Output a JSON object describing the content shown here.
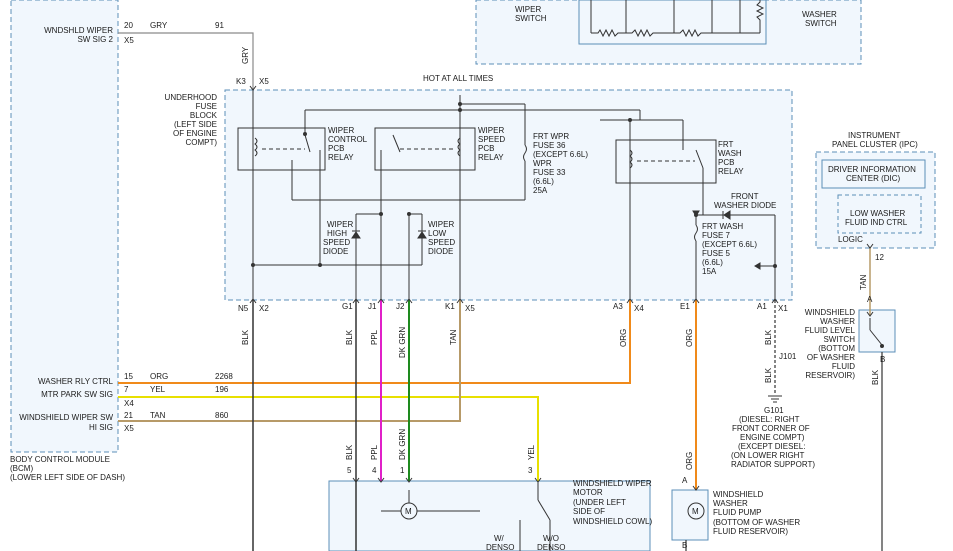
{
  "modules": {
    "bcm": {
      "line1": "BODY CONTROL MODULE",
      "line2": "(BCM)",
      "line3": "(LOWER LEFT SIDE OF DASH)"
    },
    "wiper_switch": {
      "line1": "WIPER",
      "line2": "SWITCH"
    },
    "washer_switch": {
      "line1": "WASHER",
      "line2": "SWITCH"
    },
    "fuse_block": {
      "line1": "UNDERHOOD",
      "line2": "FUSE",
      "line3": "BLOCK",
      "line4": "(LEFT SIDE",
      "line5": "OF ENGINE",
      "line6": "COMPT)"
    },
    "hot_at_all_times": "HOT AT ALL TIMES",
    "ipc": {
      "line1": "INSTRUMENT",
      "line2": "PANEL CLUSTER (IPC)",
      "dic1": "DRIVER INFORMATION",
      "dic2": "CENTER (DIC)",
      "low1": "LOW WASHER",
      "low2": "FLUID IND CTRL",
      "logic": "LOGIC"
    },
    "level_switch": {
      "line1": "WINDSHIELD",
      "line2": "WASHER",
      "line3": "FLUID LEVEL",
      "line4": "SWITCH",
      "line5": "(BOTTOM",
      "line6": "OF WASHER",
      "line7": "FLUID",
      "line8": "RESERVOIR)"
    },
    "wiper_motor": {
      "line1": "WINDSHIELD WIPER",
      "line2": "MOTOR",
      "line3": "(UNDER LEFT",
      "line4": "SIDE OF",
      "line5": "WINDSHIELD COWL)",
      "w_denso1": "W/",
      "w_denso2": "DENSO",
      "wo_denso1": "W/O",
      "wo_denso2": "DENSO",
      "m": "M"
    },
    "washer_pump": {
      "line1": "WINDSHIELD",
      "line2": "WASHER",
      "line3": "FLUID PUMP",
      "line4": "(BOTTOM OF WASHER",
      "line5": "FLUID RESERVOIR)",
      "m": "M"
    }
  },
  "relays": {
    "control": {
      "line1": "WIPER",
      "line2": "CONTROL",
      "line3": "PCB",
      "line4": "RELAY"
    },
    "speed": {
      "line1": "WIPER",
      "line2": "SPEED",
      "line3": "PCB",
      "line4": "RELAY"
    },
    "wash": {
      "line1": "FRT",
      "line2": "WASH",
      "line3": "PCB",
      "line4": "RELAY"
    }
  },
  "fuses": {
    "wpr": {
      "line1": "FRT WPR",
      "line2": "FUSE 36",
      "line3": "(EXCEPT 6.6L)",
      "line4": "WPR",
      "line5": "FUSE 33",
      "line6": "(6.6L)",
      "line7": "25A"
    },
    "wash": {
      "line1": "FRT WASH",
      "line2": "FUSE 7",
      "line3": "(EXCEPT 6.6L)",
      "line4": "FUSE 5",
      "line5": "(6.6L)",
      "line6": "15A"
    }
  },
  "diodes": {
    "high": {
      "line1": "WIPER",
      "line2": "HIGH",
      "line3": "SPEED",
      "line4": "DIODE"
    },
    "low": {
      "line1": "WIPER",
      "line2": "LOW",
      "line3": "SPEED",
      "line4": "DIODE"
    },
    "front_washer": {
      "line1": "FRONT",
      "line2": "WASHER DIODE"
    }
  },
  "bcm_signals": {
    "wiper_sw2": {
      "line1": "WNDSHLD WIPER",
      "line2": "SW SIG 2",
      "pin": "20",
      "conn": "X5",
      "color": "GRY",
      "circuit": "91"
    },
    "washer_rly": {
      "label": "WASHER RLY CTRL",
      "pin": "15",
      "color": "ORG",
      "circuit": "2268"
    },
    "mtr_park": {
      "label": "MTR PARK SW SIG",
      "pin": "7",
      "color": "YEL",
      "circuit": "196",
      "conn": "X4"
    },
    "hi_sig": {
      "line1": "WINDSHIELD WIPER SW",
      "line2": "HI SIG",
      "pin": "21",
      "color": "TAN",
      "circuit": "860",
      "conn": "X5"
    }
  },
  "fuse_block_pins": {
    "k3": "K3",
    "k3x": "X5",
    "n5": "N5",
    "n5x": "X2",
    "g1": "G1",
    "j1": "J1",
    "j2": "J2",
    "k1": "K1",
    "k1x": "X5",
    "a3": "A3",
    "a3x": "X4",
    "e1": "E1",
    "a1": "A1",
    "a1x": "X1"
  },
  "wire_colors": {
    "gry": "GRY",
    "blk": "BLK",
    "ppl": "PPL",
    "dkgrn": "DK GRN",
    "tan": "TAN",
    "org": "ORG",
    "yel": "YEL"
  },
  "ground": {
    "splice": "J101",
    "name": "G101",
    "line1": "(DIESEL: RIGHT",
    "line2": "FRONT CORNER OF",
    "line3": "ENGINE COMPT)",
    "line4": "(EXCEPT DIESEL:",
    "line5": "(ON LOWER RIGHT",
    "line6": "RADIATOR SUPPORT)"
  },
  "motor_pins": {
    "p5": "5",
    "p4": "4",
    "p1": "1",
    "p3": "3"
  },
  "pump_pins": {
    "a": "A",
    "b": "B"
  },
  "level_pins": {
    "p12": "12",
    "a": "A",
    "b": "B"
  },
  "colors": {
    "gry": "#8a8a8a",
    "blk": "#333333",
    "ppl": "#e020c8",
    "dkgrn": "#1e8a1e",
    "tan": "#b79a68",
    "org": "#f08a1a",
    "yel": "#e8e000",
    "module": "#5c8fb8",
    "module_fill": "#f1f7fd"
  }
}
